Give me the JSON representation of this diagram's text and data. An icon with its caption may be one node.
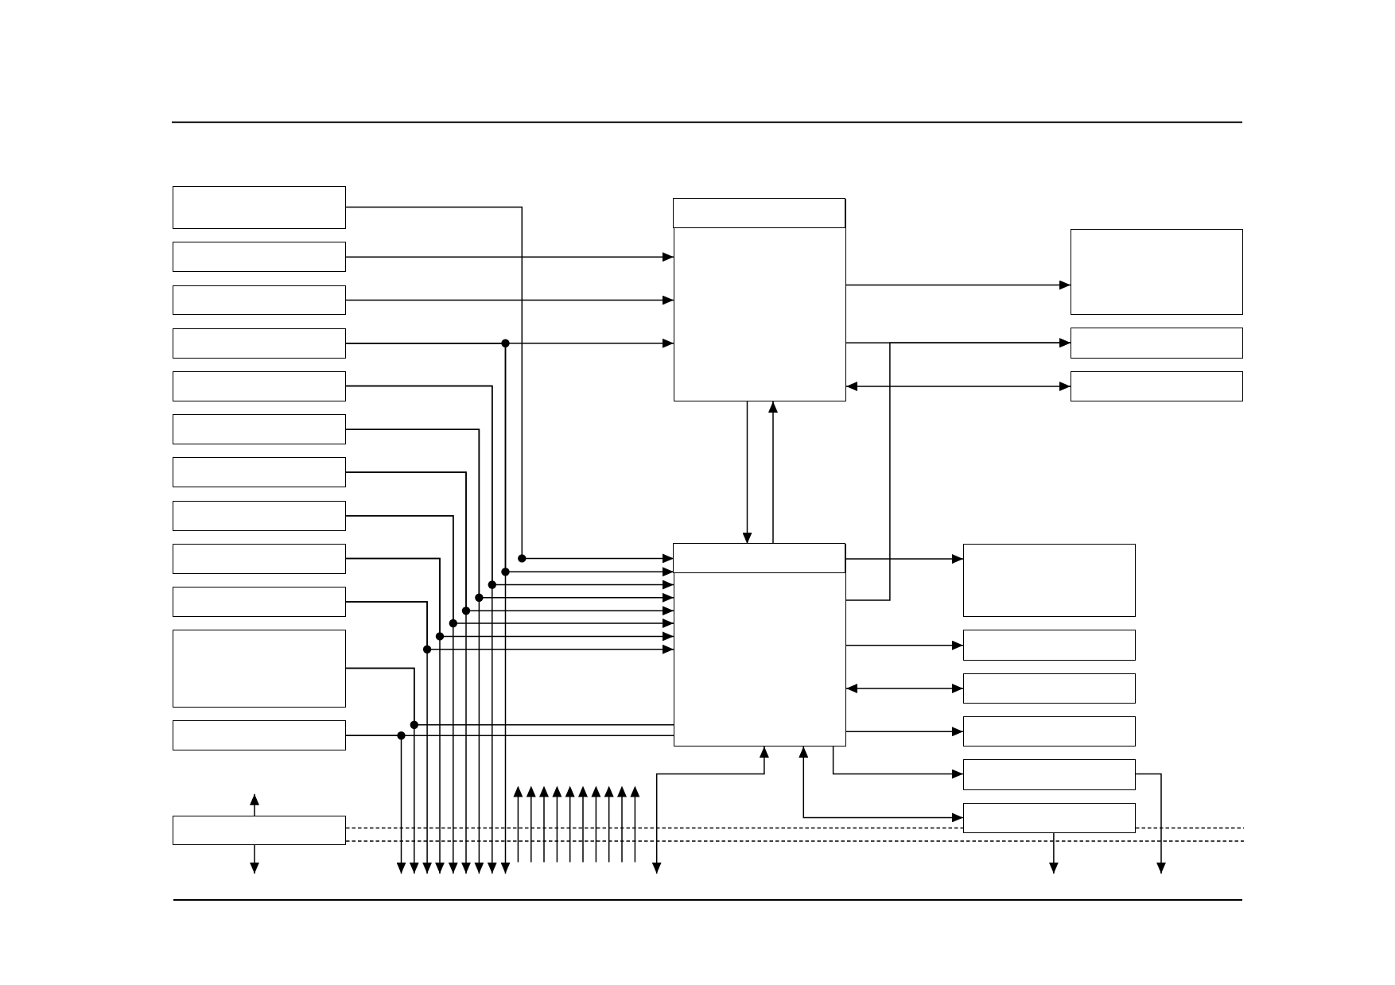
{
  "diagram": {
    "nodes": [
      {
        "text": [],
        "shape": "box"
      },
      {
        "text": [],
        "shape": "box"
      },
      {
        "text": [],
        "shape": "box"
      },
      {
        "text": [],
        "shape": "box"
      },
      {
        "text": [],
        "shape": "box"
      },
      {
        "text": [],
        "shape": "box"
      },
      {
        "text": [],
        "shape": "box"
      },
      {
        "text": [],
        "shape": "box"
      },
      {
        "text": [],
        "shape": "box"
      },
      {
        "text": [],
        "shape": "box"
      },
      {
        "text": [],
        "shape": "box"
      },
      {
        "text": [],
        "shape": "box"
      },
      {
        "text": [],
        "shape": "box"
      },
      {
        "text": [],
        "shape": "box"
      },
      {
        "text": [],
        "shape": "box",
        "in": 13
      },
      {
        "text": [],
        "shape": "box"
      },
      {
        "text": [],
        "shape": "box"
      },
      {
        "text": [],
        "shape": "box"
      },
      {
        "text": [],
        "shape": "box"
      },
      {
        "text": [],
        "shape": "box",
        "in": 18
      },
      {
        "text": [],
        "shape": "box"
      },
      {
        "text": [],
        "shape": "box"
      },
      {
        "text": [],
        "shape": "box"
      },
      {
        "text": [],
        "shape": "box"
      },
      {
        "text": [],
        "shape": "box"
      },
      {
        "text": [],
        "shape": "box"
      }
    ],
    "edges": [
      {
        "from": 0,
        "to": 18,
        "arrow": "to"
      },
      {
        "from": 1,
        "to": 13,
        "arrow": "to"
      },
      {
        "from": 2,
        "to": 13,
        "arrow": "to"
      },
      {
        "from": 3,
        "to": 13,
        "arrow": "to"
      },
      {
        "from": 3,
        "to": 18,
        "arrow": "to"
      },
      {
        "from": 3,
        "to": null,
        "arrow": "to"
      },
      {
        "from": 4,
        "to": 18,
        "arrow": "to"
      },
      {
        "from": 4,
        "to": null,
        "arrow": "to"
      },
      {
        "from": 5,
        "to": 18,
        "arrow": "to"
      },
      {
        "from": 5,
        "to": null,
        "arrow": "to"
      },
      {
        "from": 6,
        "to": 18,
        "arrow": "to"
      },
      {
        "from": 6,
        "to": null,
        "arrow": "to"
      },
      {
        "from": 7,
        "to": 18,
        "arrow": "to"
      },
      {
        "from": 7,
        "to": null,
        "arrow": "to"
      },
      {
        "from": 8,
        "to": 18,
        "arrow": "to"
      },
      {
        "from": 8,
        "to": null,
        "arrow": "to"
      },
      {
        "from": 9,
        "to": 18,
        "arrow": "to"
      },
      {
        "from": 9,
        "to": null,
        "arrow": "to"
      },
      {
        "from": 10,
        "to": 18,
        "arrow": "none"
      },
      {
        "from": 10,
        "to": null,
        "arrow": "to"
      },
      {
        "from": 11,
        "to": 18,
        "arrow": "none"
      },
      {
        "from": 11,
        "to": null,
        "arrow": "to"
      },
      {
        "from": 13,
        "to": 18,
        "arrow": "to"
      },
      {
        "from": 18,
        "to": 13,
        "arrow": "to"
      },
      {
        "from": 13,
        "to": 15,
        "arrow": "to"
      },
      {
        "from": 13,
        "to": 16,
        "arrow": "to"
      },
      {
        "from": 18,
        "to": 16,
        "arrow": "to"
      },
      {
        "from": 13,
        "to": 17,
        "arrow": "both"
      },
      {
        "from": 18,
        "to": 20,
        "arrow": "to"
      },
      {
        "from": 18,
        "to": 21,
        "arrow": "to"
      },
      {
        "from": 18,
        "to": 22,
        "arrow": "both"
      },
      {
        "from": 18,
        "to": 23,
        "arrow": "to"
      },
      {
        "from": 18,
        "to": 24,
        "arrow": "to"
      },
      {
        "from": 18,
        "to": 25,
        "arrow": "both"
      },
      {
        "from": null,
        "to": 18,
        "arrow": "both"
      },
      {
        "from": 24,
        "to": null,
        "arrow": "to"
      },
      {
        "from": 25,
        "to": null,
        "arrow": "to"
      },
      {
        "from": 12,
        "to": null,
        "arrow": "to"
      },
      {
        "from": 12,
        "to": null,
        "arrow": "to"
      },
      {
        "from": 12,
        "to": 25,
        "arrow": "none",
        "style": "dashed"
      },
      {
        "from": 25,
        "to": null,
        "arrow": "none",
        "style": "dashed"
      },
      {
        "from": 12,
        "to": null,
        "arrow": "none",
        "style": "dashed"
      }
    ]
  }
}
